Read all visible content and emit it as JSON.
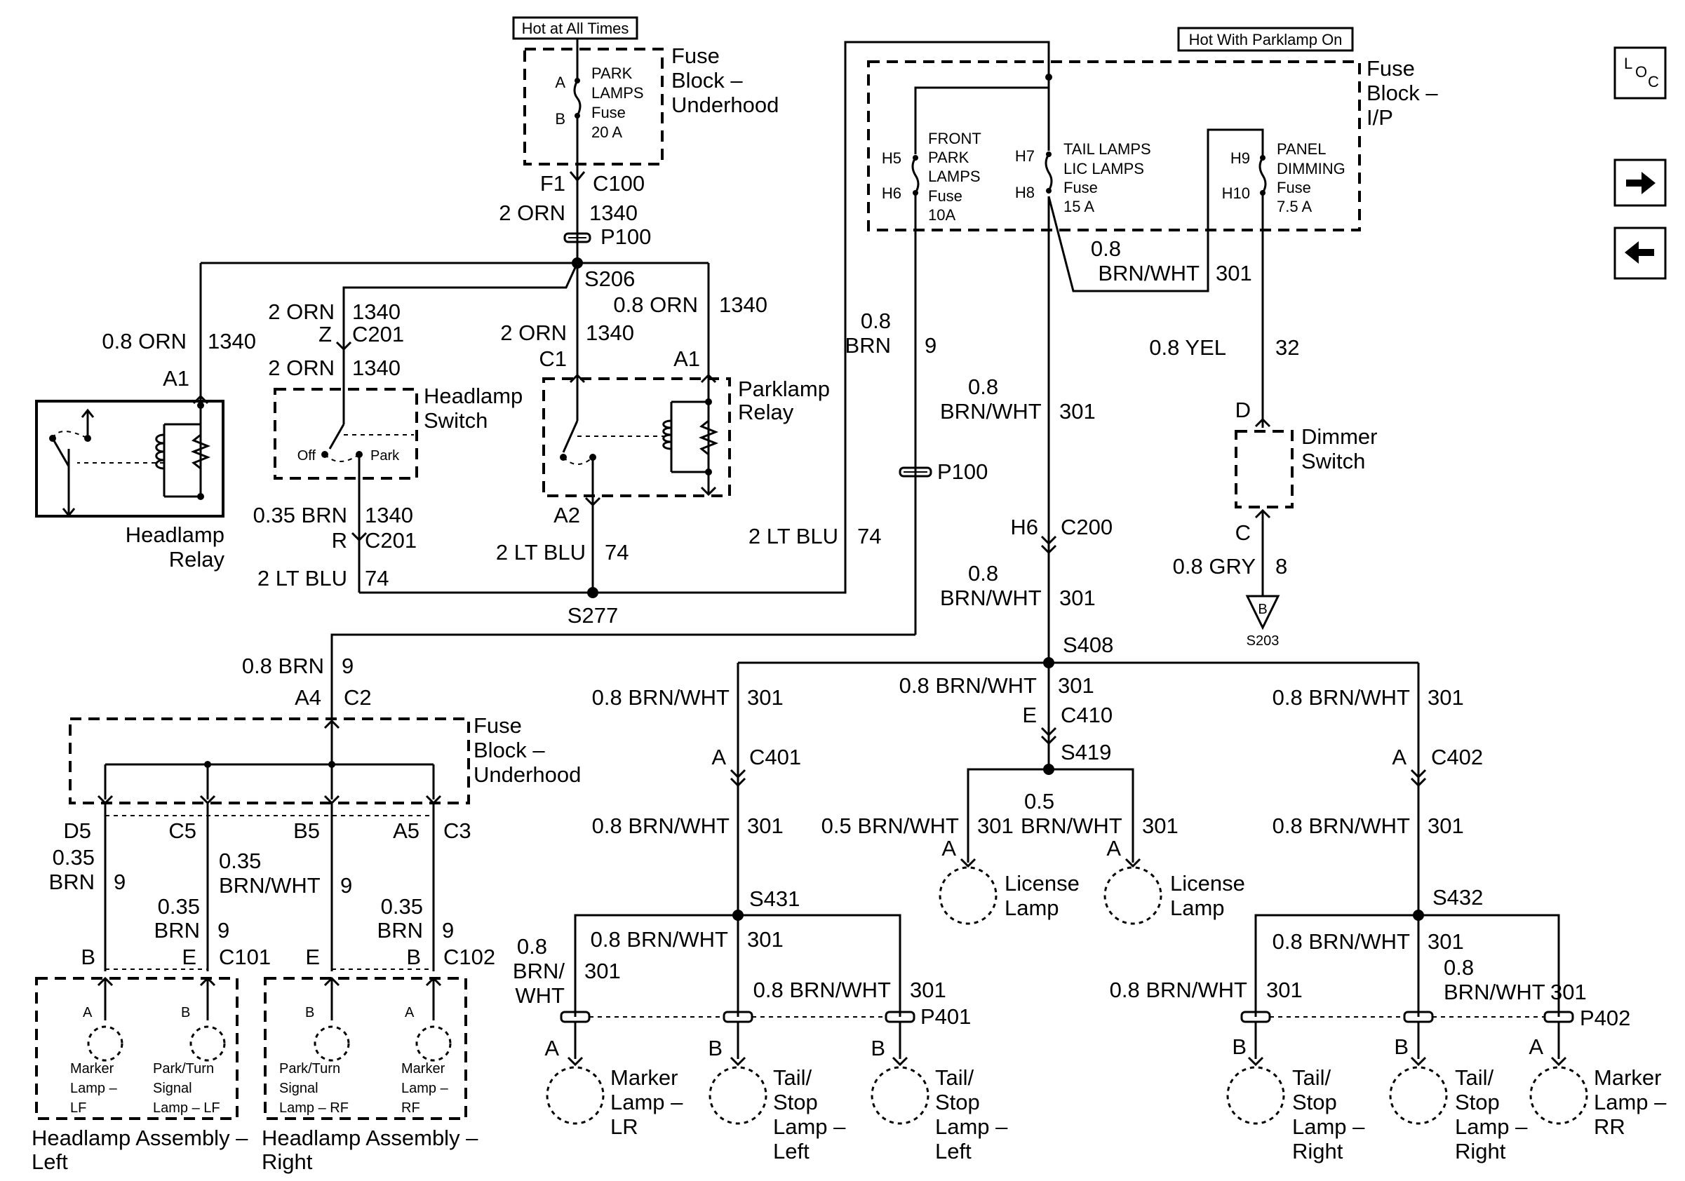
{
  "banners": {
    "hot_all": "Hot at All Times",
    "hot_park": "Hot With Parklamp On"
  },
  "fuse_block_underhood": {
    "title_l1": "Fuse",
    "title_l2": "Block –",
    "title_l3": "Underhood",
    "fuse_l1": "PARK",
    "fuse_l2": "LAMPS",
    "fuse_l3": "Fuse",
    "fuse_l4": "20 A",
    "pin_a": "A",
    "pin_b": "B"
  },
  "fuse_block_ip": {
    "title_l1": "Fuse",
    "title_l2": "Block –",
    "title_l3": "I/P",
    "f1_l1": "FRONT",
    "f1_l2": "PARK",
    "f1_l3": "LAMPS",
    "f1_l4": "Fuse",
    "f1_l5": "10A",
    "f1_in": "H5",
    "f1_out": "H6",
    "f2_l1": "TAIL LAMPS",
    "f2_l2": "LIC LAMPS",
    "f2_l3": "Fuse",
    "f2_l4": "15 A",
    "f2_in": "H7",
    "f2_out": "H8",
    "f3_l1": "PANEL",
    "f3_l2": "DIMMING",
    "f3_l3": "Fuse",
    "f3_l4": "7.5 A",
    "f3_in": "H9",
    "f3_out": "H10"
  },
  "loc_badge": {
    "l": "L",
    "oc": "O",
    "c": "C"
  },
  "nav": {
    "next_icon": "right-arrow-icon",
    "prev_icon": "left-arrow-icon"
  },
  "labels": {
    "f1": "F1",
    "c100": "C100",
    "w_2orn_a": "2 ORN",
    "c1340_a": "1340",
    "p100_top": "P100",
    "s206": "S206",
    "w08orn_left": "0.8 ORN",
    "c1340_left": "1340",
    "a1_left": "A1",
    "hr_l1": "Headlamp",
    "hr_l2": "Relay",
    "w_2orn_b": "2 ORN",
    "c1340_b": "1340",
    "z": "Z",
    "c201_top": "C201",
    "w_2orn_c": "2 ORN",
    "c1340_c": "1340",
    "hs_l1": "Headlamp",
    "hs_l2": "Switch",
    "hs_off": "Off",
    "hs_park": "Park",
    "w035brn": "0.35 BRN",
    "c1340_d": "1340",
    "r": "R",
    "c201_bot": "C201",
    "w_2ltblu_a": "2 LT BLU",
    "c74_a": "74",
    "w_2orn_d": "2 ORN",
    "c1340_e": "1340",
    "c1": "C1",
    "w08orn_right": "0.8 ORN",
    "c1340_f": "1340",
    "a1_right": "A1",
    "pr_l1": "Parklamp",
    "pr_l2": "Relay",
    "a2": "A2",
    "w_2ltblu_b": "2 LT BLU",
    "c74_b": "74",
    "s277": "S277",
    "w_2ltblu_c": "2 LT BLU",
    "c74_c": "74",
    "w08brn_9_l1": "0.8",
    "w08brn_9_l2": "BRN",
    "c9_mid": "9",
    "p100_mid": "P100",
    "w08bw_a1": "0.8",
    "w08bw_a2": "BRN/WHT",
    "c301_a": "301",
    "w08bw_b1": "0.8",
    "w08bw_b2": "BRN/WHT",
    "c301_b": "301",
    "h6": "H6",
    "c200": "C200",
    "w08bw_c1": "0.8",
    "w08bw_c2": "BRN/WHT",
    "c301_c": "301",
    "w08yel": "0.8 YEL",
    "c32": "32",
    "d_pin": "D",
    "ds_l1": "Dimmer",
    "ds_l2": "Switch",
    "c_pin": "C",
    "w08gry": "0.8 GRY",
    "c8": "8",
    "tri_b": "B",
    "s203": "S203",
    "s408": "S408",
    "w08brn_lower": "0.8 BRN",
    "c9_lower": "9",
    "a4": "A4",
    "c2": "C2",
    "fb2_l1": "Fuse",
    "fb2_l2": "Block –",
    "fb2_l3": "Underhood",
    "d5": "D5",
    "c5": "C5",
    "b5": "B5",
    "a5": "A5",
    "c3": "C3",
    "w035brn_d5_l1": "0.35",
    "w035brn_d5_l2": "BRN",
    "c9_d5": "9",
    "w035bw_l1": "0.35",
    "w035bw_l2": "BRN/WHT",
    "c9_c5": "9",
    "w035brn_c5_l1": "0.35",
    "w035brn_c5_l2": "BRN",
    "c9_c5b": "9",
    "w035brn_a5_l1": "0.35",
    "w035brn_a5_l2": "BRN",
    "c9_a5": "9",
    "b_c101": "B",
    "e_c101": "E",
    "c101": "C101",
    "e_c102": "E",
    "b_c102": "B",
    "c102": "C102",
    "ml_lf_pin": "A",
    "ml_lf_l1": "Marker",
    "ml_lf_l2": "Lamp –",
    "ml_lf_l3": "LF",
    "pt_lf_pin": "B",
    "pt_lf_l1": "Park/Turn",
    "pt_lf_l2": "Signal",
    "pt_lf_l3": "Lamp – LF",
    "pt_rf_pin": "B",
    "pt_rf_l1": "Park/Turn",
    "pt_rf_l2": "Signal",
    "pt_rf_l3": "Lamp – RF",
    "ml_rf_pin": "A",
    "ml_rf_l1": "Marker",
    "ml_rf_l2": "Lamp –",
    "ml_rf_l3": "RF",
    "ha_left_l1": "Headlamp Assembly –",
    "ha_left_l2": "Left",
    "ha_right_l1": "Headlamp Assembly –",
    "ha_right_l2": "Right",
    "w08bw_401a": "0.8 BRN/WHT",
    "c301_401a": "301",
    "a_c401": "A",
    "c401": "C401",
    "w08bw_401b": "0.8 BRN/WHT",
    "c301_401b": "301",
    "s431": "S431",
    "w08bw_410": "0.8 BRN/WHT",
    "c301_410": "301",
    "e_c410": "E",
    "c410": "C410",
    "s419": "S419",
    "w05bw_l": "0.5 BRN/WHT",
    "c301_ll": "301",
    "w05bw_r1": "0.5",
    "w05bw_r2": "BRN/WHT",
    "c301_lr": "301",
    "lic_a1": "A",
    "lic1_l1": "License",
    "lic1_l2": "Lamp",
    "lic_a2": "A",
    "lic2_l1": "License",
    "lic2_l2": "Lamp",
    "w08bw_402a": "0.8 BRN/WHT",
    "c301_402a": "301",
    "a_c402": "A",
    "c402": "C402",
    "w08bw_402b": "0.8 BRN/WHT",
    "c301_402b": "301",
    "s432": "S432",
    "w08bw_lr_l1": "0.8",
    "w08bw_lr_l2": "BRN/",
    "w08bw_lr_l3": "WHT",
    "c301_lr2": "301",
    "w08bw_431a": "0.8 BRN/WHT",
    "c301_431a": "301",
    "w08bw_431b": "0.8 BRN/WHT",
    "c301_431b": "301",
    "p401": "P401",
    "mlr_pin": "A",
    "mlr_l1": "Marker",
    "mlr_l2": "Lamp –",
    "mlr_l3": "LR",
    "tsl1_pin": "B",
    "tsl1_l1": "Tail/",
    "tsl1_l2": "Stop",
    "tsl1_l3": "Lamp –",
    "tsl1_l4": "Left",
    "tsl2_pin": "B",
    "tsl2_l1": "Tail/",
    "tsl2_l2": "Stop",
    "tsl2_l3": "Lamp –",
    "tsl2_l4": "Left",
    "w08bw_432a": "0.8 BRN/WHT",
    "c301_432a": "301",
    "w08bw_432b": "0.8 BRN/WHT",
    "c301_432b": "301",
    "w08bw_432c1": "0.8",
    "w08bw_432c2": "BRN/WHT",
    "c301_432c": "301",
    "p402": "P402",
    "tsr1_pin": "B",
    "tsr1_l1": "Tail/",
    "tsr1_l2": "Stop",
    "tsr1_l3": "Lamp –",
    "tsr1_l4": "Right",
    "tsr2_pin": "B",
    "tsr2_l1": "Tail/",
    "tsr2_l2": "Stop",
    "tsr2_l3": "Lamp –",
    "tsr2_l4": "Right",
    "mrr_pin": "A",
    "mrr_l1": "Marker",
    "mrr_l2": "Lamp –",
    "mrr_l3": "RR"
  }
}
